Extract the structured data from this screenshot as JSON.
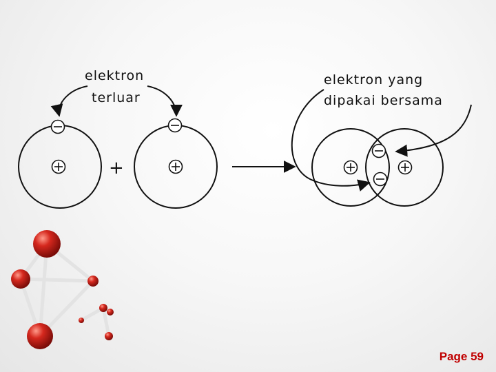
{
  "diagram": {
    "label_outer_electron_line1": "elektron",
    "label_outer_electron_line2": "terluar",
    "label_shared_line1": "elektron yang",
    "label_shared_line2": "dipakai bersama",
    "plus_operator": "+"
  },
  "footer": {
    "page": "Page 59",
    "page_color": "#c00000"
  },
  "decoration": {
    "molecule_color": "#c0201a"
  }
}
